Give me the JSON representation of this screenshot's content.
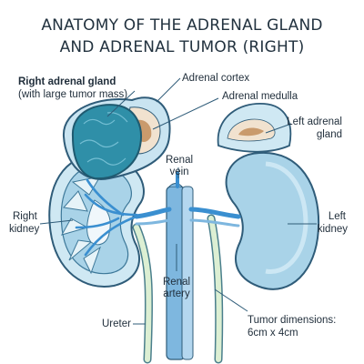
{
  "title": {
    "line1": "ANATOMY OF THE ADRENAL GLAND",
    "line2": "AND ADRENAL TUMOR (RIGHT)"
  },
  "labels": {
    "right_adrenal_line1": "Right adrenal gland",
    "right_adrenal_line2": "(with large tumor mass)",
    "adrenal_cortex": "Adrenal cortex",
    "adrenal_medulla": "Adrenal medulla",
    "left_adrenal_line1": "Left adrenal",
    "left_adrenal_line2": "gland",
    "renal_vein_line1": "Renal",
    "renal_vein_line2": "vein",
    "right_kidney_line1": "Right",
    "right_kidney_line2": "kidney",
    "left_kidney_line1": "Left",
    "left_kidney_line2": "kidney",
    "renal_artery_line1": "Renal",
    "renal_artery_line2": "artery",
    "ureter": "Ureter",
    "tumor_dims_line1": "Tumor dimensions:",
    "tumor_dims_line2": "6cm x 4cm"
  },
  "colors": {
    "kidney_fill": "#a9d3e8",
    "kidney_outline": "#2f5c79",
    "tumor_fill": "#2f8fa8",
    "cortex_fill": "#f1e2cf",
    "medulla_fill": "#c99a6c",
    "vessel_blue": "#3a8fd0",
    "ureter_fill": "#d8ecd0"
  }
}
